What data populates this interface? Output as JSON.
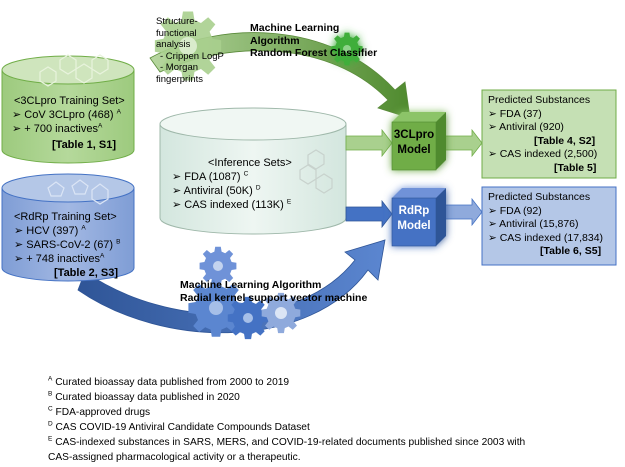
{
  "analysis": {
    "lines": [
      "Structure-",
      "functional",
      "analysis",
      "- Crippen LogP",
      "- Morgan",
      "fingerprints"
    ]
  },
  "ml_top": {
    "lines": [
      "Machine Learning",
      "Algorithm",
      "Random Forest Classifier"
    ]
  },
  "ml_bottom": {
    "lines": [
      "Machine Learning Algorithm",
      "Radial kernel support vector machine"
    ]
  },
  "clpro_training": {
    "title": "<3CLpro Training Set>",
    "items": [
      {
        "text": "CoV 3CLpro (468)",
        "sup": "A"
      },
      {
        "text": "+ 700 inactives",
        "sup": "A"
      }
    ],
    "ref": "[Table 1, S1]"
  },
  "rdrp_training": {
    "title": "<RdRp Training Set>",
    "items": [
      {
        "text": "HCV (397)",
        "sup": "A"
      },
      {
        "text": "SARS-CoV-2 (67)",
        "sup": "B"
      },
      {
        "text": "+ 748 inactives",
        "sup": "A"
      }
    ],
    "ref": "[Table 2, S3]"
  },
  "inference": {
    "title": "<Inference Sets>",
    "items": [
      {
        "text": "FDA (1087)",
        "sup": "C"
      },
      {
        "text": "Antiviral (50K)",
        "sup": "D"
      },
      {
        "text": "CAS indexed (113K)",
        "sup": "E"
      }
    ]
  },
  "models": {
    "clpro": [
      "3CLpro",
      "Model"
    ],
    "rdrp": [
      "RdRp",
      "Model"
    ]
  },
  "predicted_clpro": {
    "title": "Predicted Substances",
    "items": [
      "FDA (37)",
      "Antiviral (920)",
      "CAS indexed (2,500)"
    ],
    "refs": [
      "[Table 4, S2]",
      "[Table 5]"
    ]
  },
  "predicted_rdrp": {
    "title": "Predicted Substances",
    "items": [
      "FDA (92)",
      "Antiviral (15,876)",
      "CAS indexed (17,834)"
    ],
    "ref": "[Table 6, S5]"
  },
  "footnotes": [
    {
      "sup": "A",
      "text": "Curated bioassay data published from 2000 to 2019"
    },
    {
      "sup": "B",
      "text": "Curated bioassay data published in 2020"
    },
    {
      "sup": "C",
      "text": "FDA-approved drugs"
    },
    {
      "sup": "D",
      "text": "CAS COVID-19 Antiviral Candidate Compounds Dataset"
    },
    {
      "sup": "E",
      "text": "CAS-indexed substances in SARS, MERS, and COVID-19-related documents published since 2003 with"
    },
    {
      "sup": "",
      "text": "CAS-assigned pharmacological activity or a therapeutic."
    }
  ],
  "colors": {
    "green_fill": "#a9d08e",
    "green_dark": "#548235",
    "blue_fill": "#8faadc",
    "blue_dark": "#2f5597",
    "inference_fill": "#e2efe9",
    "gear_green": "#70ad47",
    "gear_blue": "#4472c4",
    "model_green": "#70ad47",
    "model_blue": "#4472c4",
    "pred_green": "#c5e0b4",
    "pred_blue": "#b4c7e7"
  }
}
